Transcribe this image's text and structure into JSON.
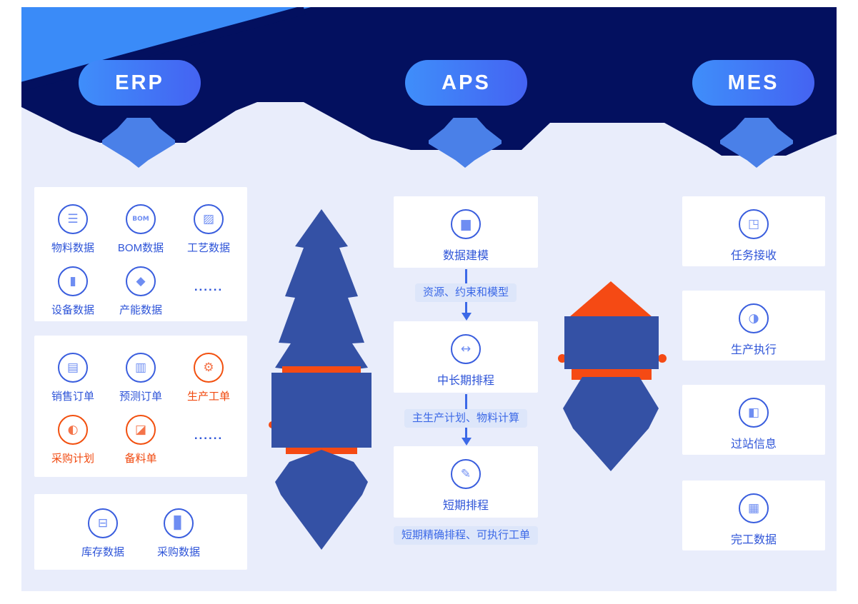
{
  "palette": {
    "navy": "#03105F",
    "bright_blue": "#3A8BF8",
    "canvas": "#E9EDFB",
    "pill_from": "#3F8EFA",
    "pill_to": "#4463F2",
    "hex_arrow": "#4A80E8",
    "blue_text": "#2F55D8",
    "orange_text": "#F1490F",
    "icon_blue": "#3A5EDE",
    "glyph_blue": "#6E8DF2",
    "icon_orange": "#F2500F",
    "glyph_orange": "#F4744A",
    "chip_bg": "#DDE6FA",
    "chip_text": "#3C69E7",
    "arrow": "#3C69E7",
    "mid_blue": "#3451A5",
    "mid_orange": "#F54A14",
    "card_bg": "#FFFFFF"
  },
  "systems": [
    {
      "label": "ERP"
    },
    {
      "label": "APS"
    },
    {
      "label": "MES"
    }
  ],
  "erp": {
    "cards": [
      {
        "items": [
          {
            "label": "物料数据",
            "glyph": "☰",
            "tone": "blue"
          },
          {
            "label": "BOM数据",
            "glyph": "BOM",
            "tone": "blue"
          },
          {
            "label": "工艺数据",
            "glyph": "▨",
            "tone": "blue"
          },
          {
            "label": "设备数据",
            "glyph": "▮",
            "tone": "blue"
          },
          {
            "label": "产能数据",
            "glyph": "◆",
            "tone": "blue"
          }
        ],
        "ellipsis": "......"
      },
      {
        "items": [
          {
            "label": "销售订单",
            "glyph": "▤",
            "tone": "blue"
          },
          {
            "label": "预测订单",
            "glyph": "▥",
            "tone": "blue"
          },
          {
            "label": "生产工单",
            "glyph": "⚙",
            "tone": "orange"
          },
          {
            "label": "采购计划",
            "glyph": "◐",
            "tone": "orange"
          },
          {
            "label": "备料单",
            "glyph": "◪",
            "tone": "orange"
          }
        ],
        "ellipsis": "......"
      },
      {
        "items": [
          {
            "label": "库存数据",
            "glyph": "⊟",
            "tone": "blue"
          },
          {
            "label": "采购数据",
            "glyph": "▊",
            "tone": "blue"
          }
        ]
      }
    ]
  },
  "aps": {
    "steps": [
      {
        "label": "数据建模",
        "glyph": "▆",
        "tone": "blue"
      },
      {
        "label": "中长期排程",
        "glyph": "↔",
        "tone": "blue"
      },
      {
        "label": "短期排程",
        "glyph": "✎",
        "tone": "blue"
      }
    ],
    "arrow_labels": [
      "资源、约束和模型",
      "主生产计划、物料计算",
      "短期精确排程、可执行工单"
    ]
  },
  "mes": {
    "steps": [
      {
        "label": "任务接收",
        "glyph": "◳",
        "tone": "blue"
      },
      {
        "label": "生产执行",
        "glyph": "◑",
        "tone": "blue"
      },
      {
        "label": "过站信息",
        "glyph": "◧",
        "tone": "blue"
      },
      {
        "label": "完工数据",
        "glyph": "▦",
        "tone": "blue"
      }
    ]
  }
}
